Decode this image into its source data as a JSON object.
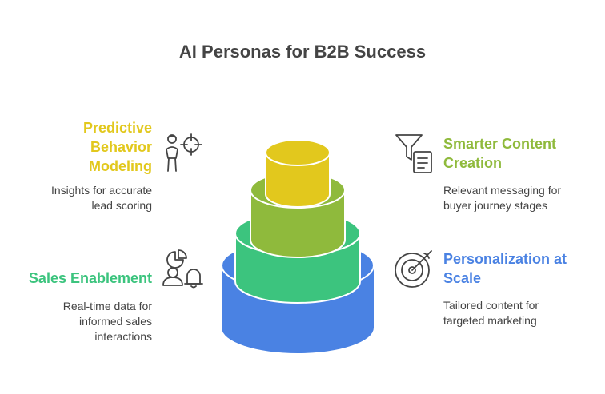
{
  "title": "AI Personas for B2B Success",
  "colors": {
    "yellow": "#e2c81d",
    "olive": "#8fba3c",
    "green": "#3cc47e",
    "blue": "#4a82e3",
    "text": "#444444"
  },
  "items": [
    {
      "title": "Predictive\nBehavior\nModeling",
      "desc": "Insights for accurate\nlead scoring",
      "icon": "person-crosshair-icon",
      "color": "#e2c81d"
    },
    {
      "title": "Smarter Content\nCreation",
      "desc": "Relevant messaging for\nbuyer journey stages",
      "icon": "funnel-document-icon",
      "color": "#8fba3c"
    },
    {
      "title": "Sales Enablement",
      "desc": "Real-time data for\ninformed sales\ninteractions",
      "icon": "person-pie-bell-icon",
      "color": "#3cc47e"
    },
    {
      "title": "Personalization at\nScale",
      "desc": "Tailored content for\ntargeted marketing",
      "icon": "target-icon",
      "color": "#4a82e3"
    }
  ]
}
